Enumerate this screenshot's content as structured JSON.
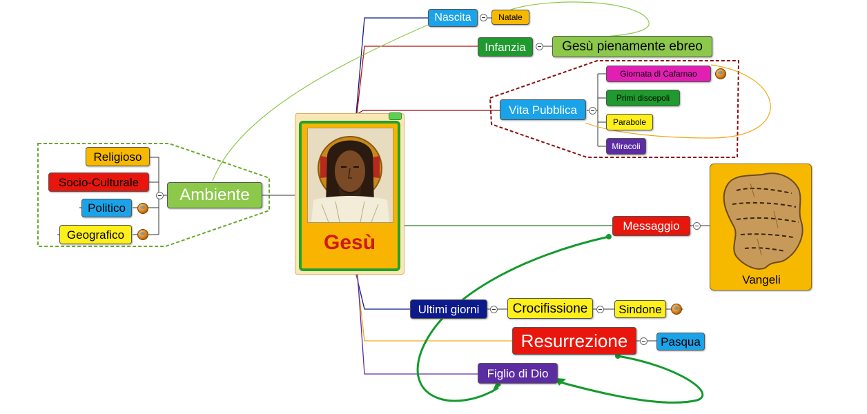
{
  "central": {
    "label": "Gesù"
  },
  "nodes": {
    "nascita": "Nascita",
    "natale": "Natale",
    "infanzia": "Infanzia",
    "ebreo": "Gesù pienamente ebreo",
    "vita_pubblica": "Vita Pubblica",
    "cafarnao": "Giornata di Cafarnao",
    "discepoli": "Primi discepoli",
    "parabole": "Parabole",
    "miracoli": "Miracoli",
    "ambiente": "Ambiente",
    "religioso": "Religioso",
    "socio": "Socio-Culturale",
    "politico": "Politico",
    "geografico": "Geografico",
    "messaggio": "Messaggio",
    "vangeli": "Vangeli",
    "ultimi_giorni": "Ultimi giorni",
    "crocifissione": "Crocifissione",
    "sindone": "Sindone",
    "resurrezione": "Resurrezione",
    "pasqua": "Pasqua",
    "figlio": "Figlio di Dio"
  },
  "colors": {
    "blue": "#1aa3e8",
    "yellow": "#ffef1a",
    "amber": "#f7b800",
    "green_dark": "#1e9a2e",
    "green_light": "#8cc84a",
    "magenta": "#e21fb3",
    "purple": "#5c2ca3",
    "red": "#e8160c",
    "navy": "#0c1a8a",
    "relation_green": "#139a2c",
    "relation_orange": "#f0a71a",
    "relation_lime": "#8cc84a",
    "boundary_red": "#8c0c0c",
    "boundary_green": "#6aa82a"
  }
}
